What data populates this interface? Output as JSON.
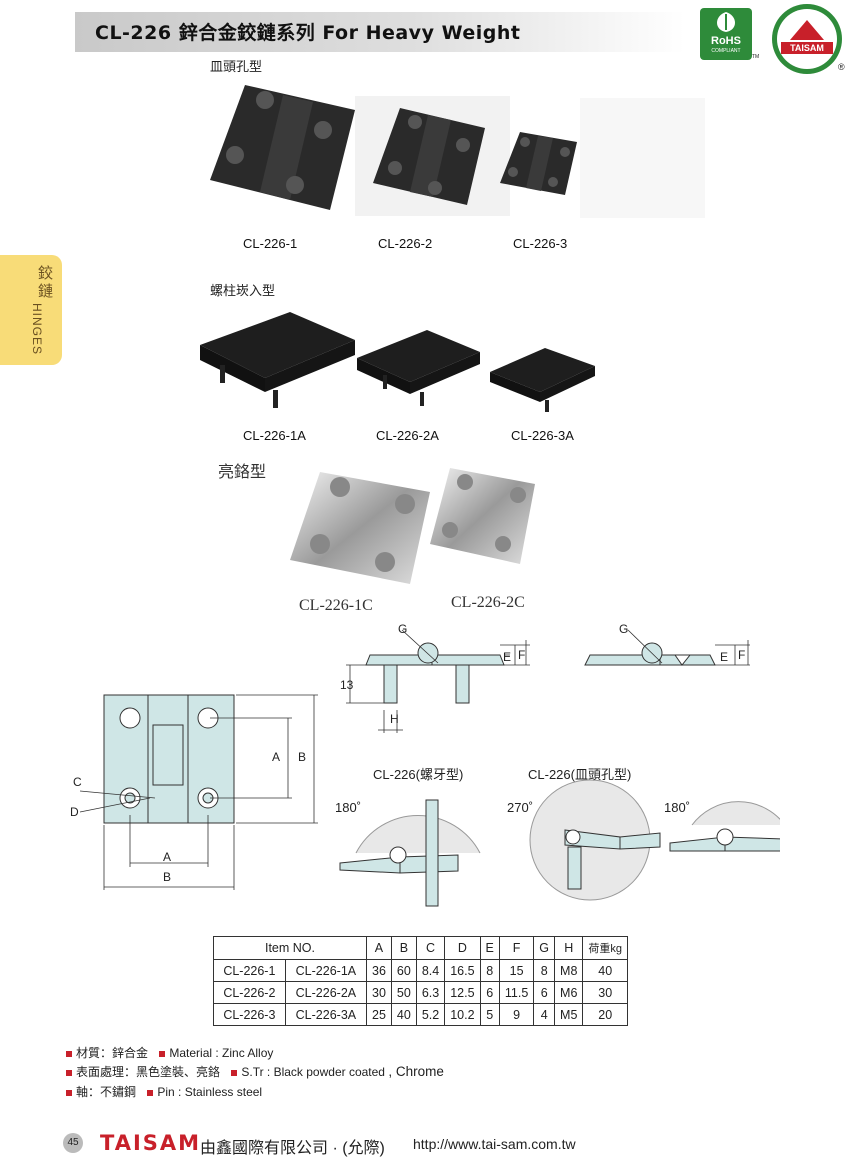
{
  "header": {
    "title": "CL-226  鋅合金鉸鏈系列  For Heavy Weight",
    "rohs_text": "RoHS",
    "rohs_sub": "COMPLIANT",
    "tm": "TM",
    "brand_logo_text": "TAISAM",
    "registered": "®"
  },
  "side_tab": {
    "zh": "鉸鏈",
    "en": "HINGES"
  },
  "sections": {
    "countersunk": "皿頭孔型",
    "stud": "螺柱崁入型",
    "chrome": "亮鉻型"
  },
  "models": {
    "row1": [
      "CL-226-1",
      "CL-226-2",
      "CL-226-3"
    ],
    "row2": [
      "CL-226-1A",
      "CL-226-2A",
      "CL-226-3A"
    ],
    "row3": [
      "CL-226-1C",
      "CL-226-2C"
    ]
  },
  "diagram_labels": {
    "G": "G",
    "E": "E",
    "F": "F",
    "H": "H",
    "thirteen": "13",
    "A": "A",
    "B": "B",
    "C": "C",
    "D": "D",
    "screw_type": "CL-226(螺牙型)",
    "cs_type": "CL-226(皿頭孔型)",
    "deg180a": "180˚",
    "deg270": "270˚",
    "deg180b": "180˚"
  },
  "table": {
    "headers": [
      "Item NO.",
      "A",
      "B",
      "C",
      "D",
      "E",
      "F",
      "G",
      "H",
      "荷重kg"
    ],
    "rows": [
      [
        "CL-226-1",
        "CL-226-1A",
        "36",
        "60",
        "8.4",
        "16.5",
        "8",
        "15",
        "8",
        "M8",
        "40"
      ],
      [
        "CL-226-2",
        "CL-226-2A",
        "30",
        "50",
        "6.3",
        "12.5",
        "6",
        "11.5",
        "6",
        "M6",
        "30"
      ],
      [
        "CL-226-3",
        "CL-226-3A",
        "25",
        "40",
        "5.2",
        "10.2",
        "5",
        "9",
        "4",
        "M5",
        "20"
      ]
    ]
  },
  "notes": {
    "line1_zh": "材質：鋅合金",
    "line1_en": "Material : Zinc Alloy",
    "line2_zh": "表面處理：黑色塗裝、亮鉻",
    "line2_en": "S.Tr : Black powder coated",
    "line2_extra": ", Chrome",
    "line3_zh": "軸：不鏽鋼",
    "line3_en": "Pin : Stainless steel"
  },
  "footer": {
    "page": "45",
    "brand": "TAISAM",
    "company": "由鑫國際有限公司 · (允際)",
    "url": "http://www.tai-sam.com.tw"
  },
  "colors": {
    "accent": "#c8202a",
    "tab": "#f8dc78",
    "drawing_fill": "#cfe6e6"
  }
}
